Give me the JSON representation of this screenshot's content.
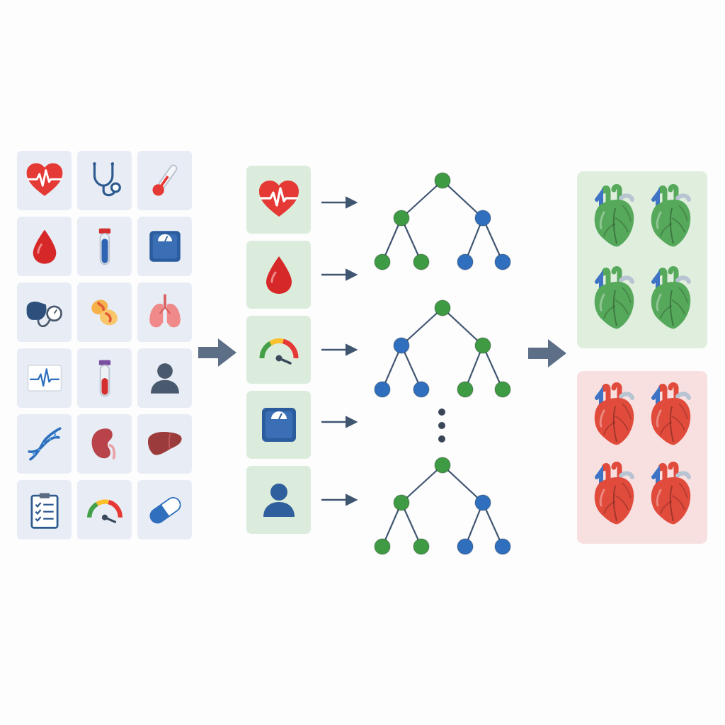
{
  "colors": {
    "tile_bg": "#e8edf5",
    "selected_bg": "#dcecdc",
    "healthy_panel": "#dfeedd",
    "disease_panel": "#f8e0e0",
    "node_green": "#3e9a43",
    "node_blue": "#2f6fbd",
    "edge": "#3f5570",
    "arrow": "#5c6f86",
    "heart_green": "#56a85b",
    "heart_red": "#e04b3c"
  },
  "feature_icons": [
    "heart-rate-icon",
    "stethoscope-icon",
    "thermometer-icon",
    "blood-drop-icon",
    "test-tube-blue-icon",
    "weighing-scale-icon",
    "blood-pressure-cuff-icon",
    "pills-icon",
    "lungs-icon",
    "ecg-monitor-icon",
    "test-tube-red-icon",
    "person-icon",
    "dna-icon",
    "kidney-icon",
    "liver-icon",
    "clipboard-checklist-icon",
    "gauge-icon",
    "capsule-icon"
  ],
  "selected_features": [
    "heart-rate-icon",
    "blood-drop-icon",
    "gauge-icon",
    "weighing-scale-icon",
    "person-icon"
  ],
  "trees": [
    {
      "root": "green",
      "level1": [
        "green",
        "blue"
      ],
      "leaves": [
        "green",
        "green",
        "blue",
        "blue"
      ]
    },
    {
      "root": "green",
      "level1": [
        "blue",
        "green"
      ],
      "leaves": [
        "blue",
        "blue",
        "green",
        "green"
      ]
    },
    {
      "root": "green",
      "level1": [
        "green",
        "blue"
      ],
      "leaves": [
        "green",
        "green",
        "blue",
        "blue"
      ]
    }
  ],
  "output_classes": [
    {
      "icon": "healthy-heart-icon",
      "count": 4
    },
    {
      "icon": "diseased-heart-icon",
      "count": 4
    }
  ]
}
